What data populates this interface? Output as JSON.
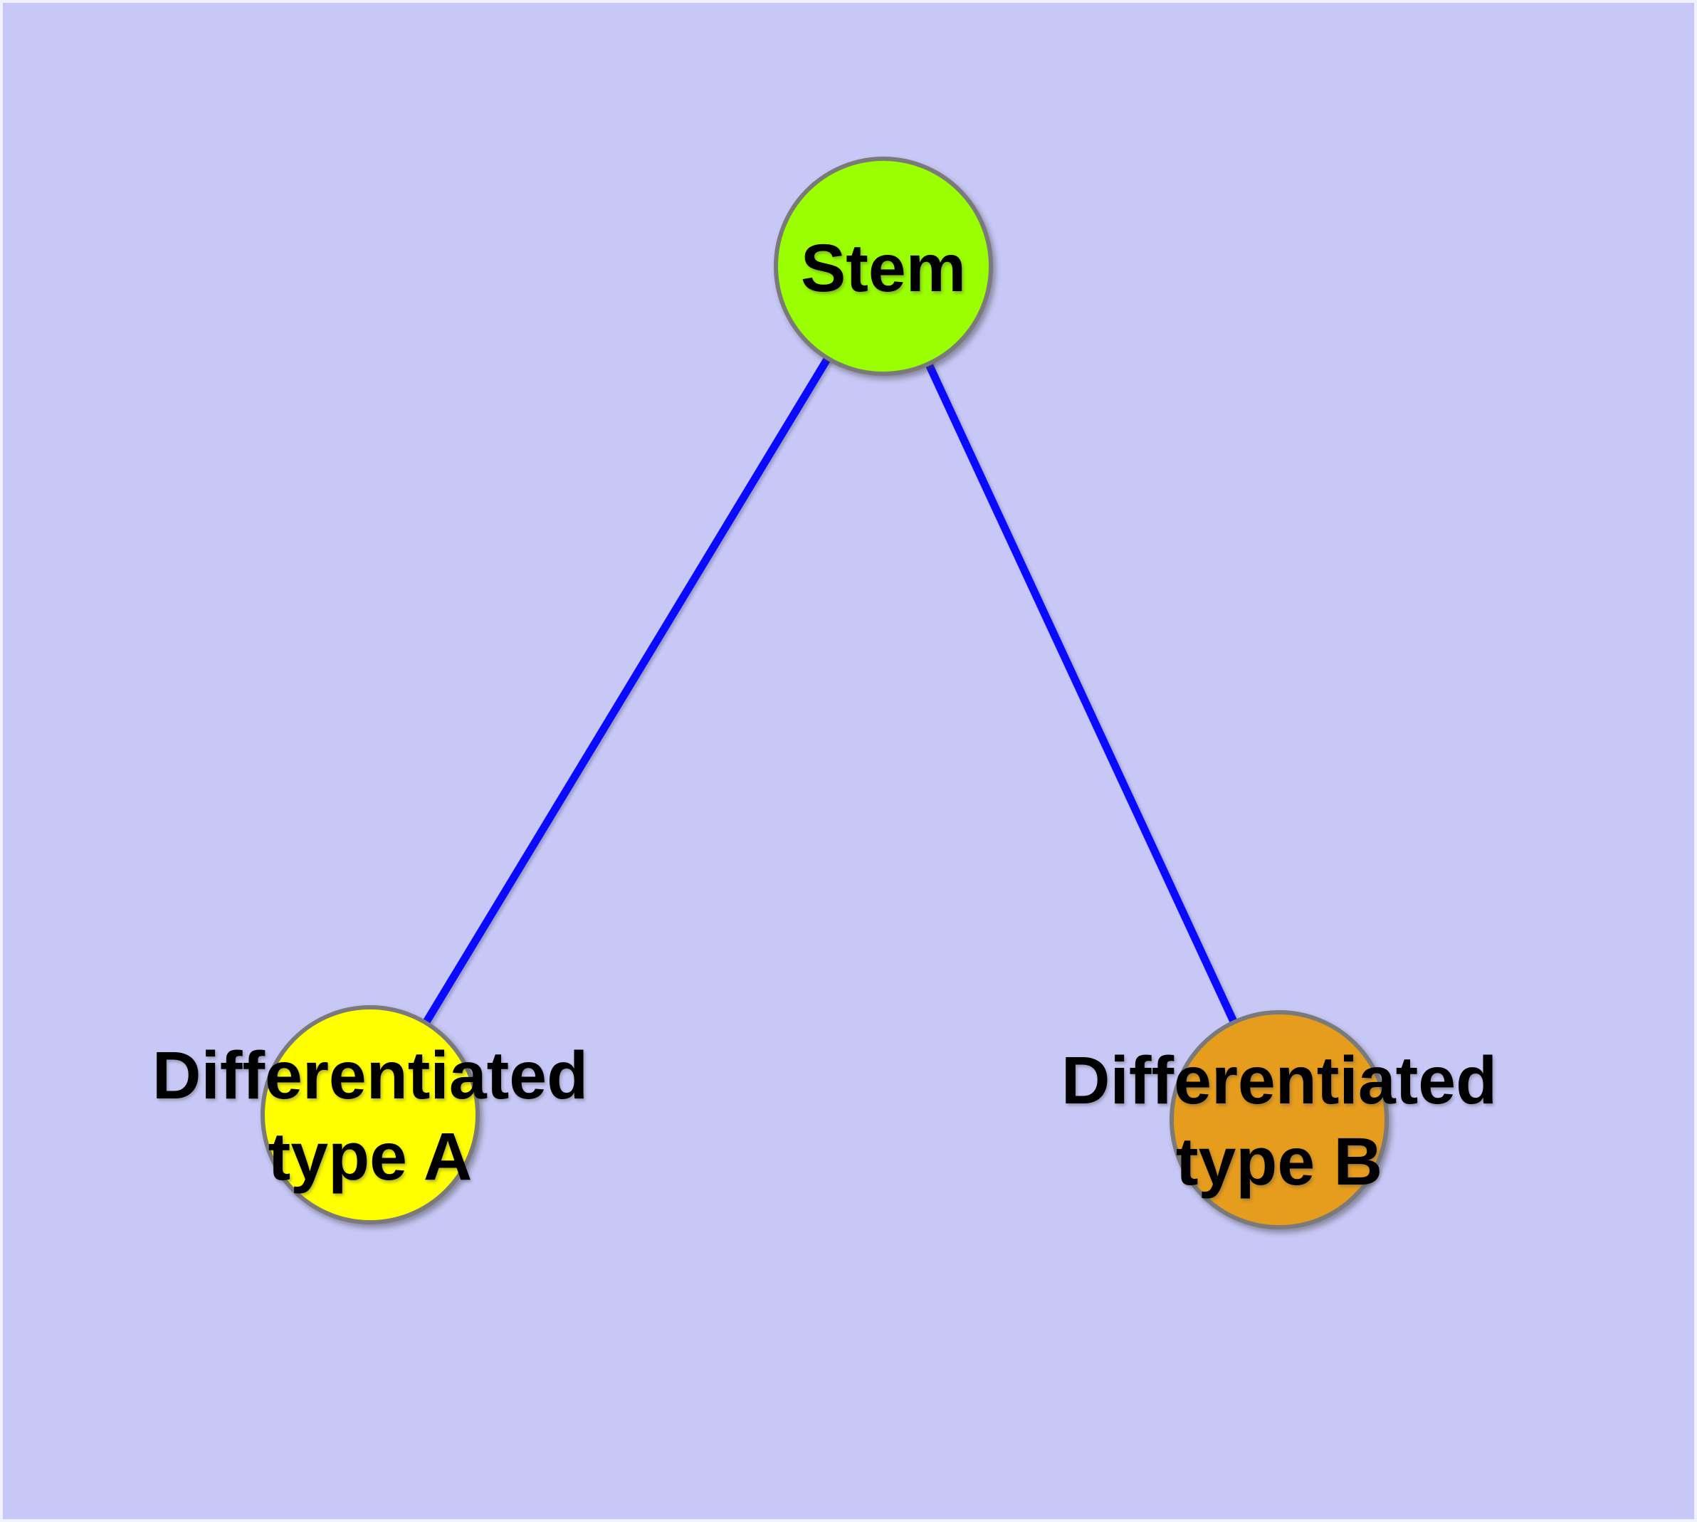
{
  "background": {
    "color": "#C8C8F7",
    "frame_color": "#F2F2FE"
  },
  "diagram": {
    "type": "node-link",
    "edge_color": "#0A0AFF",
    "node_border_color": "#7A7A7A",
    "label_color": "#000000",
    "nodes": {
      "stem": {
        "label": "Stem",
        "fill": "#9AFF00"
      },
      "type_a": {
        "label_line1": "Differentiated",
        "label_line2": "type A",
        "fill": "#FFFF00"
      },
      "type_b": {
        "label_line1": "Differentiated",
        "label_line2": "type B",
        "fill": "#E69C1C"
      }
    },
    "edges": [
      {
        "from": "stem",
        "to": "type_a"
      },
      {
        "from": "stem",
        "to": "type_b"
      }
    ]
  }
}
